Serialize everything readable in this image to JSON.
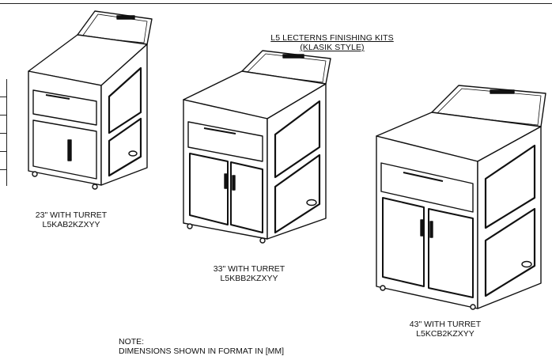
{
  "title": {
    "line1": "L5 LECTERNS FINISHING KITS",
    "line2": "(KLASIK STYLE)"
  },
  "lecterns": [
    {
      "size_label": "23\" WITH TURRET",
      "part_number": "L5KAB2KZXYY"
    },
    {
      "size_label": "33\" WITH TURRET",
      "part_number": "L5KBB2KZXYY"
    },
    {
      "size_label": "43\" WITH TURRET",
      "part_number": "L5KCB2KZXYY"
    }
  ],
  "note": {
    "heading": "NOTE:",
    "text": "DIMENSIONS SHOWN IN FORMAT IN [MM]"
  }
}
